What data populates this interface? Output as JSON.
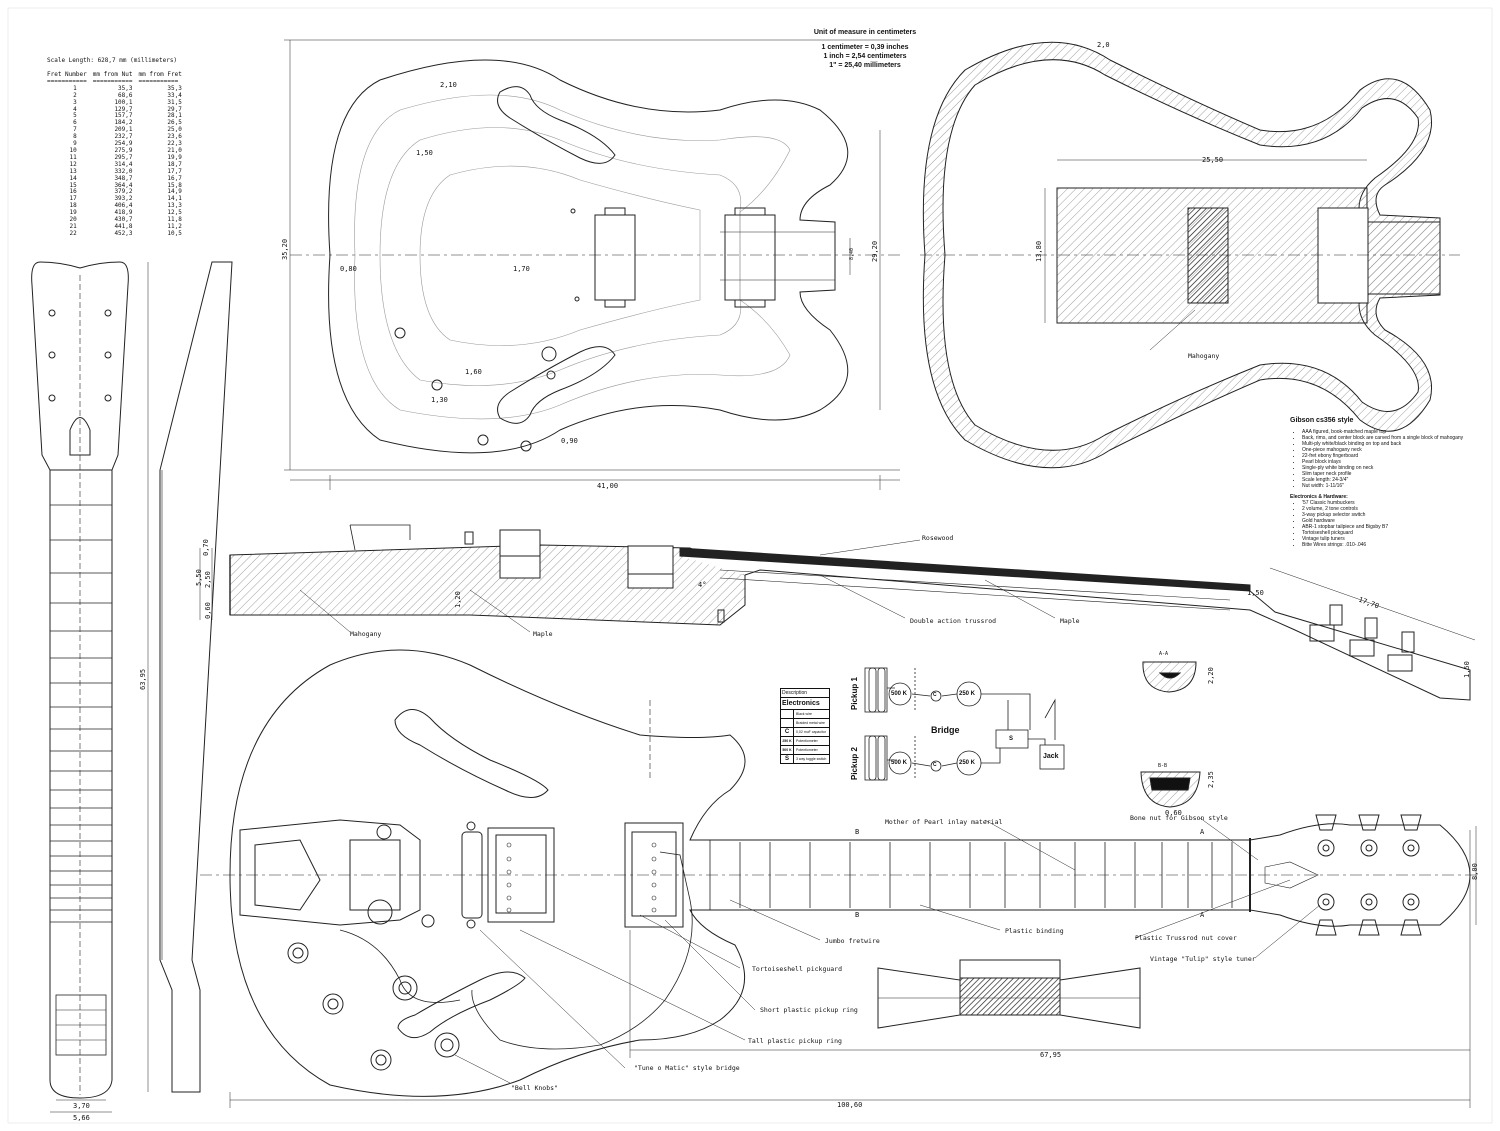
{
  "units": {
    "title": "Unit of measure in centimeters",
    "lines": [
      "1 centimeter = 0,39 inches",
      "1 inch = 2,54 centimeters",
      "1\" = 25,40 millimeters"
    ]
  },
  "scale": {
    "title": "Scale Length: 628,7 mm (millimeters)",
    "headers": [
      "Fret Number",
      "mm from Nut",
      "mm from Fret"
    ],
    "separator": "===========",
    "rows": [
      [
        "1",
        "35,3",
        "35,3"
      ],
      [
        "2",
        "68,6",
        "33,4"
      ],
      [
        "3",
        "100,1",
        "31,5"
      ],
      [
        "4",
        "129,7",
        "29,7"
      ],
      [
        "5",
        "157,7",
        "28,1"
      ],
      [
        "6",
        "184,2",
        "26,5"
      ],
      [
        "7",
        "209,1",
        "25,0"
      ],
      [
        "8",
        "232,7",
        "23,6"
      ],
      [
        "9",
        "254,9",
        "22,3"
      ],
      [
        "10",
        "275,9",
        "21,0"
      ],
      [
        "11",
        "295,7",
        "19,9"
      ],
      [
        "12",
        "314,4",
        "18,7"
      ],
      [
        "13",
        "332,0",
        "17,7"
      ],
      [
        "14",
        "348,7",
        "16,7"
      ],
      [
        "15",
        "364,4",
        "15,8"
      ],
      [
        "16",
        "379,2",
        "14,9"
      ],
      [
        "17",
        "393,2",
        "14,1"
      ],
      [
        "18",
        "406,4",
        "13,3"
      ],
      [
        "19",
        "418,9",
        "12,5"
      ],
      [
        "20",
        "430,7",
        "11,8"
      ],
      [
        "21",
        "441,8",
        "11,2"
      ],
      [
        "22",
        "452,3",
        "10,5"
      ]
    ]
  },
  "specs": {
    "title": "Gibson cs356 style",
    "features": [
      "AAA figured, book-matched maple top",
      "Back, rims, and center block are carved from a single block of mahogany",
      "Multi-ply white/black binding on top and back",
      "One-piece mahogany neck",
      "22-fret ebony fingerboard",
      "Pearl block inlays",
      "Single-ply white binding on neck",
      "Slim taper neck profile",
      "Scale length: 24-3/4\"",
      "Nut width: 1-11/16\""
    ],
    "hardware_title": "Electronics & Hardware:",
    "hardware": [
      "'57 Classic humbuckers",
      "2 volume, 2 tone controls",
      "3-way pickup selector switch",
      "Gold hardware",
      "ABR-1 stopbar tailpiece and Bigsby B7",
      "Tortoiseshell pickguard",
      "Vintage tulip tuners",
      "Bitte Wires strings: .010-.046"
    ]
  },
  "dimensions": {
    "body_height": "35,20",
    "body_height_inner": "29,20",
    "body_width": "41,00",
    "back_width": "25,50",
    "back_height": "13,80",
    "back_top": "2,0",
    "total_length": "100,60",
    "neck_length": "67,95",
    "neck_side_length": "63,95",
    "headstock_tilt_len": "17,70",
    "headstock_depth": "1,50",
    "headstock_width": "8,00",
    "nut_width": "3,70",
    "heel_width": "5,66",
    "side_dims": [
      "0,70",
      "5,50",
      "2,50",
      "0,60",
      "1,20",
      "1,50"
    ],
    "section_aa_depth": "2,20",
    "section_bb_depth": "2,35",
    "section_bb_bottom": "0,60",
    "angle_label": "4°",
    "neck_small": "8,40"
  },
  "contours": [
    "2,10",
    "1,50",
    "0,80",
    "1,70",
    "1,60",
    "1,30",
    "0,90"
  ],
  "side_labels": {
    "rosewood": "Rosewood",
    "mahogany": "Mahogany",
    "maple_a": "Maple",
    "double_action": "Double action trussrod",
    "maple_b": "Maple",
    "back_mahogany": "Mahogany"
  },
  "front_labels": {
    "mop": "Mother of Pearl inlay material",
    "bone_nut": "Bone nut for Gibson style",
    "jumbo": "Jumbo fretwire",
    "binding": "Plastic binding",
    "trussrod_cover": "Plastic Trussrod nut cover",
    "tuner": "Vintage \"Tulip\" style tuner",
    "pickguard": "Tortoiseshell pickguard",
    "short_ring": "Short plastic pickup ring",
    "tall_ring": "Tall plastic pickup ring",
    "tom_bridge": "\"Tune o Matic\" style bridge",
    "knobs": "\"Bell Knobs\"",
    "section_a": "A",
    "section_b": "B"
  },
  "sections": {
    "aa": "A-A",
    "bb": "B-B"
  },
  "wiring": {
    "pickup1": "Pickup 1",
    "pickup2": "Pickup 2",
    "pot_500_top": "500 K",
    "pot_250_top": "250 K",
    "pot_500_bot": "500 K",
    "pot_250_bot": "250 K",
    "cap": "C",
    "bridge": "Bridge",
    "switch": "S",
    "jack": "Jack"
  },
  "legend": {
    "header": "Description",
    "title": "Electronics",
    "rows": [
      {
        "sym": "",
        "label": "Black wire"
      },
      {
        "sym": "",
        "label": "Braided metal wire"
      },
      {
        "sym": "C",
        "label": "0,02 muF capacitor"
      },
      {
        "sym": "250 K",
        "label": "Potentiometer"
      },
      {
        "sym": "500 K",
        "label": "Potentiometer"
      },
      {
        "sym": "S",
        "label": "3 way toggle switch"
      }
    ]
  }
}
